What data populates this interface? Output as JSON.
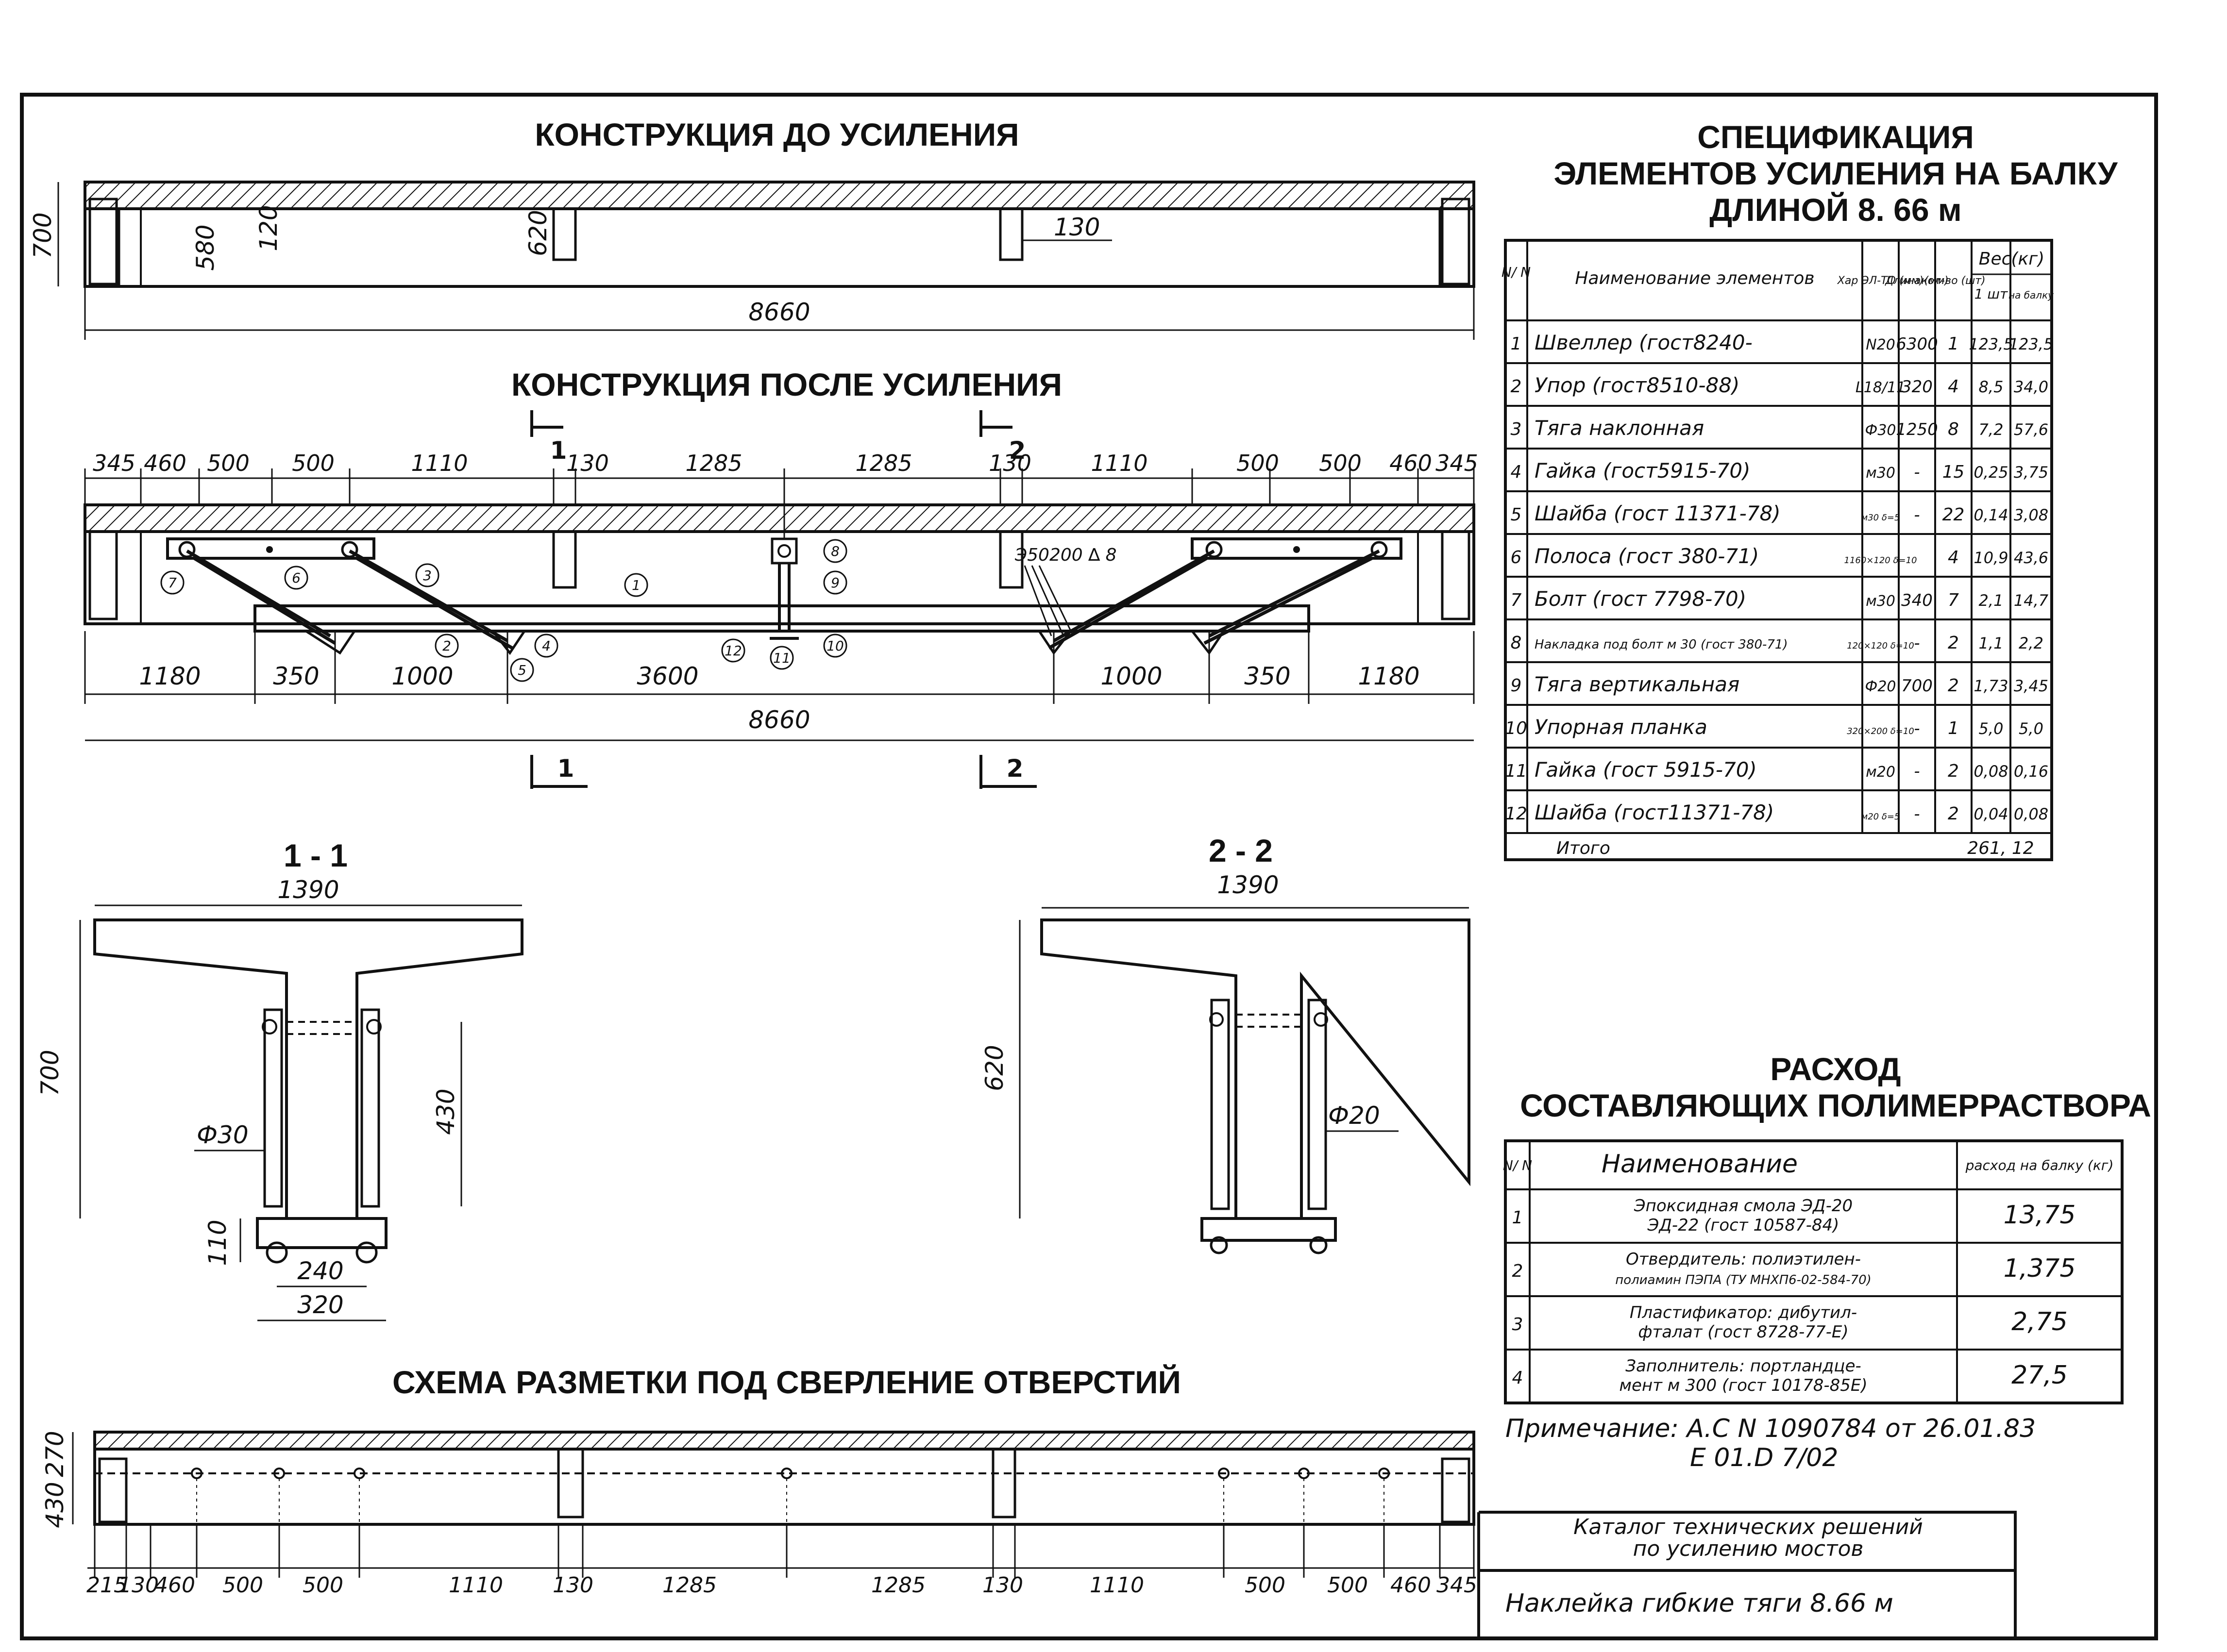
{
  "titles": {
    "before": "КОНСТРУКЦИЯ ДО УСИЛЕНИЯ",
    "after": "КОНСТРУКЦИЯ ПОСЛЕ УСИЛЕНИЯ",
    "marking": "СХЕМА РАЗМЕТКИ ПОД СВЕРЛЕНИЕ ОТВЕРСТИЙ",
    "spec_line1": "СПЕЦИФИКАЦИЯ",
    "spec_line2": "ЭЛЕМЕНТОВ УСИЛЕНИЯ НА БАЛКУ",
    "spec_line3": "ДЛИНОЙ   8. 66 м",
    "cons_line1": "РАСХОД",
    "cons_line2": "СОСТАВЛЯЮЩИХ ПОЛИМЕРРАСТВОРА",
    "section1": "1 - 1",
    "section2": "2 - 2"
  },
  "before": {
    "height": "700",
    "depth": "580",
    "slab": "120",
    "rib": "620",
    "rib_w": "130",
    "length": "8660"
  },
  "after": {
    "top_dims": [
      "345",
      "460",
      "500",
      "500",
      "1110",
      "130",
      "1285",
      "1285",
      "130",
      "1110",
      "500",
      "500",
      "460",
      "345"
    ],
    "bottom_dims": [
      "1180",
      "350",
      "1000",
      "3600",
      "1000",
      "350",
      "1180"
    ],
    "length": "8660",
    "cut1": "1",
    "cut2": "2",
    "weld": "Э50200 ∆ 8",
    "markers": [
      "1",
      "2",
      "3",
      "4",
      "5",
      "6",
      "7",
      "8",
      "9",
      "10",
      "11",
      "12"
    ]
  },
  "section1": {
    "width": "1390",
    "height": "700",
    "h430": "430",
    "rod": "Ф30",
    "h110": "110",
    "w240": "240",
    "w320": "320"
  },
  "section2": {
    "width": "1390",
    "height": "620",
    "rod": "Ф20"
  },
  "marking": {
    "left_dims": [
      "270",
      "430"
    ],
    "bottom_dims": [
      "215",
      "130",
      "460",
      "500",
      "500",
      "1110",
      "130",
      "1285",
      "1285",
      "130",
      "1110",
      "500",
      "500",
      "460",
      "345"
    ]
  },
  "spec_table": {
    "headers": {
      "no": "N/ N",
      "name": "Наименование элементов",
      "char": "Хар ЭЛ-ТО (мм)",
      "length": "Длина (мм)",
      "qty": "кол-во (шт)",
      "weight": "Вес(кг)",
      "w1": "1 шт",
      "wall": "на балку"
    },
    "rows": [
      {
        "no": "1",
        "name": "Швеллер (гост8240-",
        "char": "N20",
        "len": "6300",
        "qty": "1",
        "w1": "123,5",
        "wall": "123,5"
      },
      {
        "no": "2",
        "name": "Упор (гост8510-88)",
        "char": "L18/11",
        "len": "320",
        "qty": "4",
        "w1": "8,5",
        "wall": "34,0"
      },
      {
        "no": "3",
        "name": "Тяга наклонная",
        "char": "Ф30",
        "len": "1250",
        "qty": "8",
        "w1": "7,2",
        "wall": "57,6"
      },
      {
        "no": "4",
        "name": "Гайка (гост5915-70)",
        "char": "м30",
        "len": "-",
        "qty": "15",
        "w1": "0,25",
        "wall": "3,75"
      },
      {
        "no": "5",
        "name": "Шайба (гост 11371-78)",
        "char": "м30 δ=5",
        "len": "-",
        "qty": "22",
        "w1": "0,14",
        "wall": "3,08"
      },
      {
        "no": "6",
        "name": "Полоса (гост 380-71)",
        "char": "1160×120 δ=10",
        "len": "",
        "qty": "4",
        "w1": "10,9",
        "wall": "43,6"
      },
      {
        "no": "7",
        "name": "Болт (гост 7798-70)",
        "char": "м30",
        "len": "340",
        "qty": "7",
        "w1": "2,1",
        "wall": "14,7"
      },
      {
        "no": "8",
        "name": "Накладка под болт м 30 (гост 380-71)",
        "char": "120×120 δ=10",
        "len": "-",
        "qty": "2",
        "w1": "1,1",
        "wall": "2,2"
      },
      {
        "no": "9",
        "name": "Тяга вертикальная",
        "char": "Ф20",
        "len": "700",
        "qty": "2",
        "w1": "1,73",
        "wall": "3,45"
      },
      {
        "no": "10",
        "name": "Упорная планка",
        "char": "320×200 δ=10",
        "len": "-",
        "qty": "1",
        "w1": "5,0",
        "wall": "5,0"
      },
      {
        "no": "11",
        "name": "Гайка (гост 5915-70)",
        "char": "м20",
        "len": "-",
        "qty": "2",
        "w1": "0,08",
        "wall": "0,16"
      },
      {
        "no": "12",
        "name": "Шайба (гост11371-78)",
        "char": "м20 δ=5",
        "len": "-",
        "qty": "2",
        "w1": "0,04",
        "wall": "0,08"
      }
    ],
    "total_label": "Итого",
    "total_value": "261, 12"
  },
  "cons_table": {
    "headers": {
      "no": "N/ N",
      "name": "Наименование",
      "rate": "расход на балку (кг)"
    },
    "rows": [
      {
        "no": "1",
        "line1": "Эпоксидная смола ЭД-20",
        "line2": "ЭД-22 (гост 10587-84)",
        "value": "13,75"
      },
      {
        "no": "2",
        "line1": "Отвердитель: полиэтилен-",
        "line2": "полиамин ПЭПА (ТУ МНХП6-02-584-70)",
        "value": "1,375"
      },
      {
        "no": "3",
        "line1": "Пластификатор: дибутил-",
        "line2": "фталат (гост 8728-77-Е)",
        "value": "2,75"
      },
      {
        "no": "4",
        "line1": "Заполнитель: портландце-",
        "line2": "мент м 300 (гост 10178-85Е)",
        "value": "27,5"
      }
    ]
  },
  "note": {
    "line1": "Примечание: А.С N 1090784 от 26.01.83",
    "line2": "Е 01.D 7/02"
  },
  "stamp": {
    "line1": "Каталог технических решений",
    "line2": "по усилению мостов",
    "line3": "Наклейка   гибкие тяги  8.66 м"
  }
}
